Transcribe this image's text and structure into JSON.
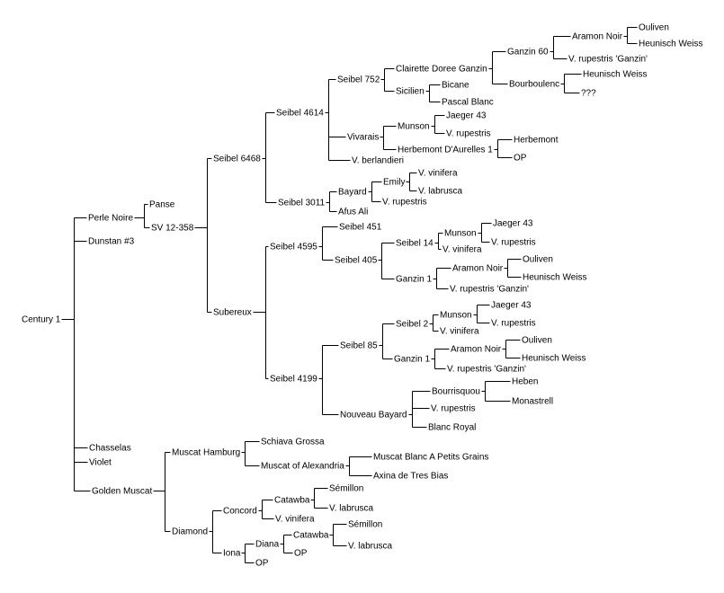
{
  "tree": {
    "name": "Century 1",
    "children": [
      {
        "name": "Perle Noire",
        "children": [
          {
            "name": "Panse"
          },
          {
            "name": "SV 12-358",
            "children": [
              {
                "name": "Seibel 6468",
                "children": [
                  {
                    "name": "Seibel 4614",
                    "children": [
                      {
                        "name": "Seibel 752",
                        "children": [
                          {
                            "name": "Clairette Doree Ganzin",
                            "children": [
                              {
                                "name": "Ganzin 60",
                                "children": [
                                  {
                                    "name": "Aramon Noir",
                                    "children": [
                                      {
                                        "name": "Ouliven"
                                      },
                                      {
                                        "name": "Heunisch Weiss"
                                      }
                                    ]
                                  },
                                  {
                                    "name": "V. rupestris 'Ganzin'"
                                  }
                                ]
                              },
                              {
                                "name": "Bourboulenc",
                                "children": [
                                  {
                                    "name": "Heunisch Weiss"
                                  },
                                  {
                                    "name": "???"
                                  }
                                ]
                              }
                            ]
                          },
                          {
                            "name": "Sicilien",
                            "children": [
                              {
                                "name": "Bicane"
                              },
                              {
                                "name": "Pascal Blanc"
                              }
                            ]
                          }
                        ]
                      },
                      {
                        "name": "Vivarais",
                        "children": [
                          {
                            "name": "Munson",
                            "children": [
                              {
                                "name": "Jaeger 43"
                              },
                              {
                                "name": "V. rupestris"
                              }
                            ]
                          },
                          {
                            "name": "Herbemont D'Aurelles 1",
                            "children": [
                              {
                                "name": "Herbemont"
                              },
                              {
                                "name": "OP"
                              }
                            ]
                          }
                        ]
                      },
                      {
                        "name": "V. berlandieri"
                      }
                    ]
                  },
                  {
                    "name": "Seibel 3011",
                    "children": [
                      {
                        "name": "Bayard",
                        "children": [
                          {
                            "name": "Emily",
                            "children": [
                              {
                                "name": "V. vinifera"
                              },
                              {
                                "name": "V. labrusca"
                              }
                            ]
                          },
                          {
                            "name": "V. rupestris"
                          }
                        ]
                      },
                      {
                        "name": "Afus Ali"
                      }
                    ]
                  }
                ]
              },
              {
                "name": "Subereux",
                "children": [
                  {
                    "name": "Seibel 4595",
                    "children": [
                      {
                        "name": "Seibel 451"
                      },
                      {
                        "name": "Seibel 405",
                        "children": [
                          {
                            "name": "Seibel 14",
                            "children": [
                              {
                                "name": "Munson",
                                "children": [
                                  {
                                    "name": "Jaeger 43"
                                  },
                                  {
                                    "name": "V. rupestris"
                                  }
                                ]
                              },
                              {
                                "name": "V. vinifera"
                              }
                            ]
                          },
                          {
                            "name": "Ganzin 1",
                            "children": [
                              {
                                "name": "Aramon Noir",
                                "children": [
                                  {
                                    "name": "Ouliven"
                                  },
                                  {
                                    "name": "Heunisch Weiss"
                                  }
                                ]
                              },
                              {
                                "name": "V. rupestris 'Ganzin'"
                              }
                            ]
                          }
                        ]
                      }
                    ]
                  },
                  {
                    "name": "Seibel 4199",
                    "children": [
                      {
                        "name": "Seibel 85",
                        "children": [
                          {
                            "name": "Seibel 2",
                            "children": [
                              {
                                "name": "Munson",
                                "children": [
                                  {
                                    "name": "Jaeger 43"
                                  },
                                  {
                                    "name": "V. rupestris"
                                  }
                                ]
                              },
                              {
                                "name": "V. vinifera"
                              }
                            ]
                          },
                          {
                            "name": "Ganzin 1",
                            "children": [
                              {
                                "name": "Aramon Noir",
                                "children": [
                                  {
                                    "name": "Ouliven"
                                  },
                                  {
                                    "name": "Heunisch Weiss"
                                  }
                                ]
                              },
                              {
                                "name": "V. rupestris 'Ganzin'"
                              }
                            ]
                          }
                        ]
                      },
                      {
                        "name": "Nouveau Bayard",
                        "children": [
                          {
                            "name": "Bourrisquou",
                            "children": [
                              {
                                "name": "Heben"
                              },
                              {
                                "name": "Monastrell"
                              }
                            ]
                          },
                          {
                            "name": "V. rupestris"
                          },
                          {
                            "name": "Blanc Royal"
                          }
                        ]
                      }
                    ]
                  }
                ]
              }
            ]
          }
        ]
      },
      {
        "name": "Dunstan #3"
      },
      {
        "name": "Chasselas"
      },
      {
        "name": "Violet"
      },
      {
        "name": "Golden Muscat",
        "children": [
          {
            "name": "Muscat Hamburg",
            "children": [
              {
                "name": "Schiava Grossa"
              },
              {
                "name": "Muscat of Alexandria",
                "children": [
                  {
                    "name": "Muscat Blanc A Petits Grains"
                  },
                  {
                    "name": "Axina de Tres Bias"
                  }
                ]
              }
            ]
          },
          {
            "name": "Diamond",
            "children": [
              {
                "name": "Concord",
                "children": [
                  {
                    "name": "Catawba",
                    "children": [
                      {
                        "name": "Sémillon"
                      },
                      {
                        "name": "V. labrusca"
                      }
                    ]
                  },
                  {
                    "name": "V. vinifera"
                  }
                ]
              },
              {
                "name": "Iona",
                "children": [
                  {
                    "name": "Diana",
                    "children": [
                      {
                        "name": "Catawba",
                        "children": [
                          {
                            "name": "Sémillon"
                          },
                          {
                            "name": "V. labrusca"
                          }
                        ]
                      },
                      {
                        "name": "OP"
                      }
                    ]
                  },
                  {
                    "name": "OP"
                  }
                ]
              }
            ]
          }
        ]
      }
    ]
  }
}
